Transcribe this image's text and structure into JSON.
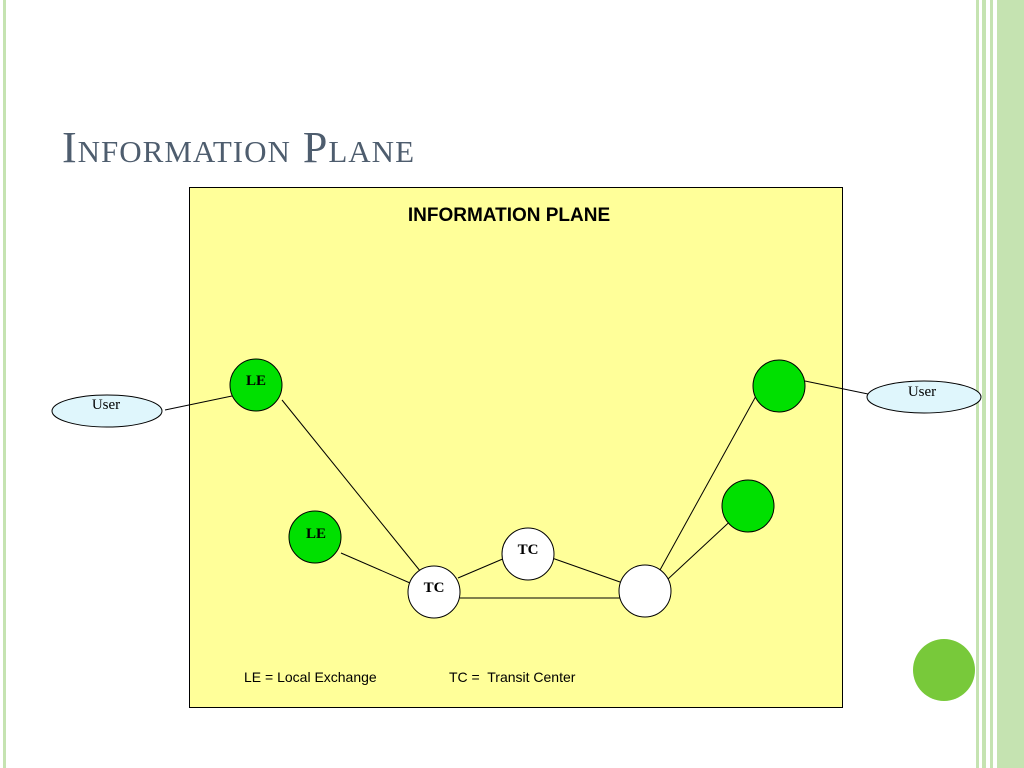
{
  "slide": {
    "title": "Information Plane"
  },
  "diagram": {
    "box_title": "INFORMATION PLANE",
    "box_fill": "#ffff99",
    "le_fill": "#00e000",
    "tc_fill": "#ffffff",
    "user_fill": "#dff6fc",
    "nodes": {
      "le_top_left": "LE",
      "le_mid_left": "LE",
      "tc_left": "TC",
      "tc_mid": "TC",
      "tc_right": "",
      "le_top_right": "",
      "le_mid_right": ""
    },
    "users": {
      "left": "User",
      "right": "User"
    },
    "legend": {
      "le": "LE = Local Exchange",
      "tc": "TC =  Transit Center"
    }
  },
  "decor": {
    "accent_circle_color": "#78c93a",
    "stripe_color": "#c5e3b1"
  }
}
